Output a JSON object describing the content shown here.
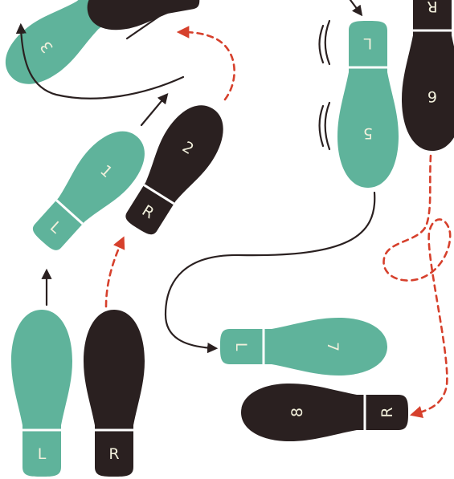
{
  "colors": {
    "left_foot": "#5fb39b",
    "right_foot": "#2a2020",
    "left_text": "#f2f0dc",
    "right_text": "#f2f0dc",
    "black_arrow": "#2a2020",
    "red_arrow": "#d6402c"
  },
  "steps": [
    {
      "id": "start-left",
      "foot": "L",
      "heel_label": "L",
      "step_label": ""
    },
    {
      "id": "start-right",
      "foot": "R",
      "heel_label": "R",
      "step_label": ""
    },
    {
      "id": "step-1",
      "foot": "L",
      "heel_label": "L",
      "step_label": "1"
    },
    {
      "id": "step-2",
      "foot": "R",
      "heel_label": "R",
      "step_label": "2"
    },
    {
      "id": "step-3",
      "foot": "L",
      "heel_label": "",
      "step_label": "3"
    },
    {
      "id": "step-4",
      "foot": "R",
      "heel_label": "",
      "step_label": ""
    },
    {
      "id": "step-5",
      "foot": "L",
      "heel_label": "L",
      "step_label": "5"
    },
    {
      "id": "step-6",
      "foot": "R",
      "heel_label": "R",
      "step_label": "6"
    },
    {
      "id": "step-7",
      "foot": "L",
      "heel_label": "L",
      "step_label": "7"
    },
    {
      "id": "step-8",
      "foot": "R",
      "heel_label": "R",
      "step_label": "8"
    }
  ],
  "arrows": [
    {
      "id": "arrow-start-left-to-1",
      "style": "solid"
    },
    {
      "id": "arrow-start-right-to-2",
      "style": "dashed"
    },
    {
      "id": "arrow-1-to-3",
      "style": "solid"
    },
    {
      "id": "arrow-3-loop",
      "style": "solid"
    },
    {
      "id": "arrow-2-to-4",
      "style": "dashed"
    },
    {
      "id": "arrow-into-5",
      "style": "solid"
    },
    {
      "id": "arrow-5-to-7",
      "style": "solid"
    },
    {
      "id": "arrow-6-loop-to-8",
      "style": "dashed"
    }
  ]
}
